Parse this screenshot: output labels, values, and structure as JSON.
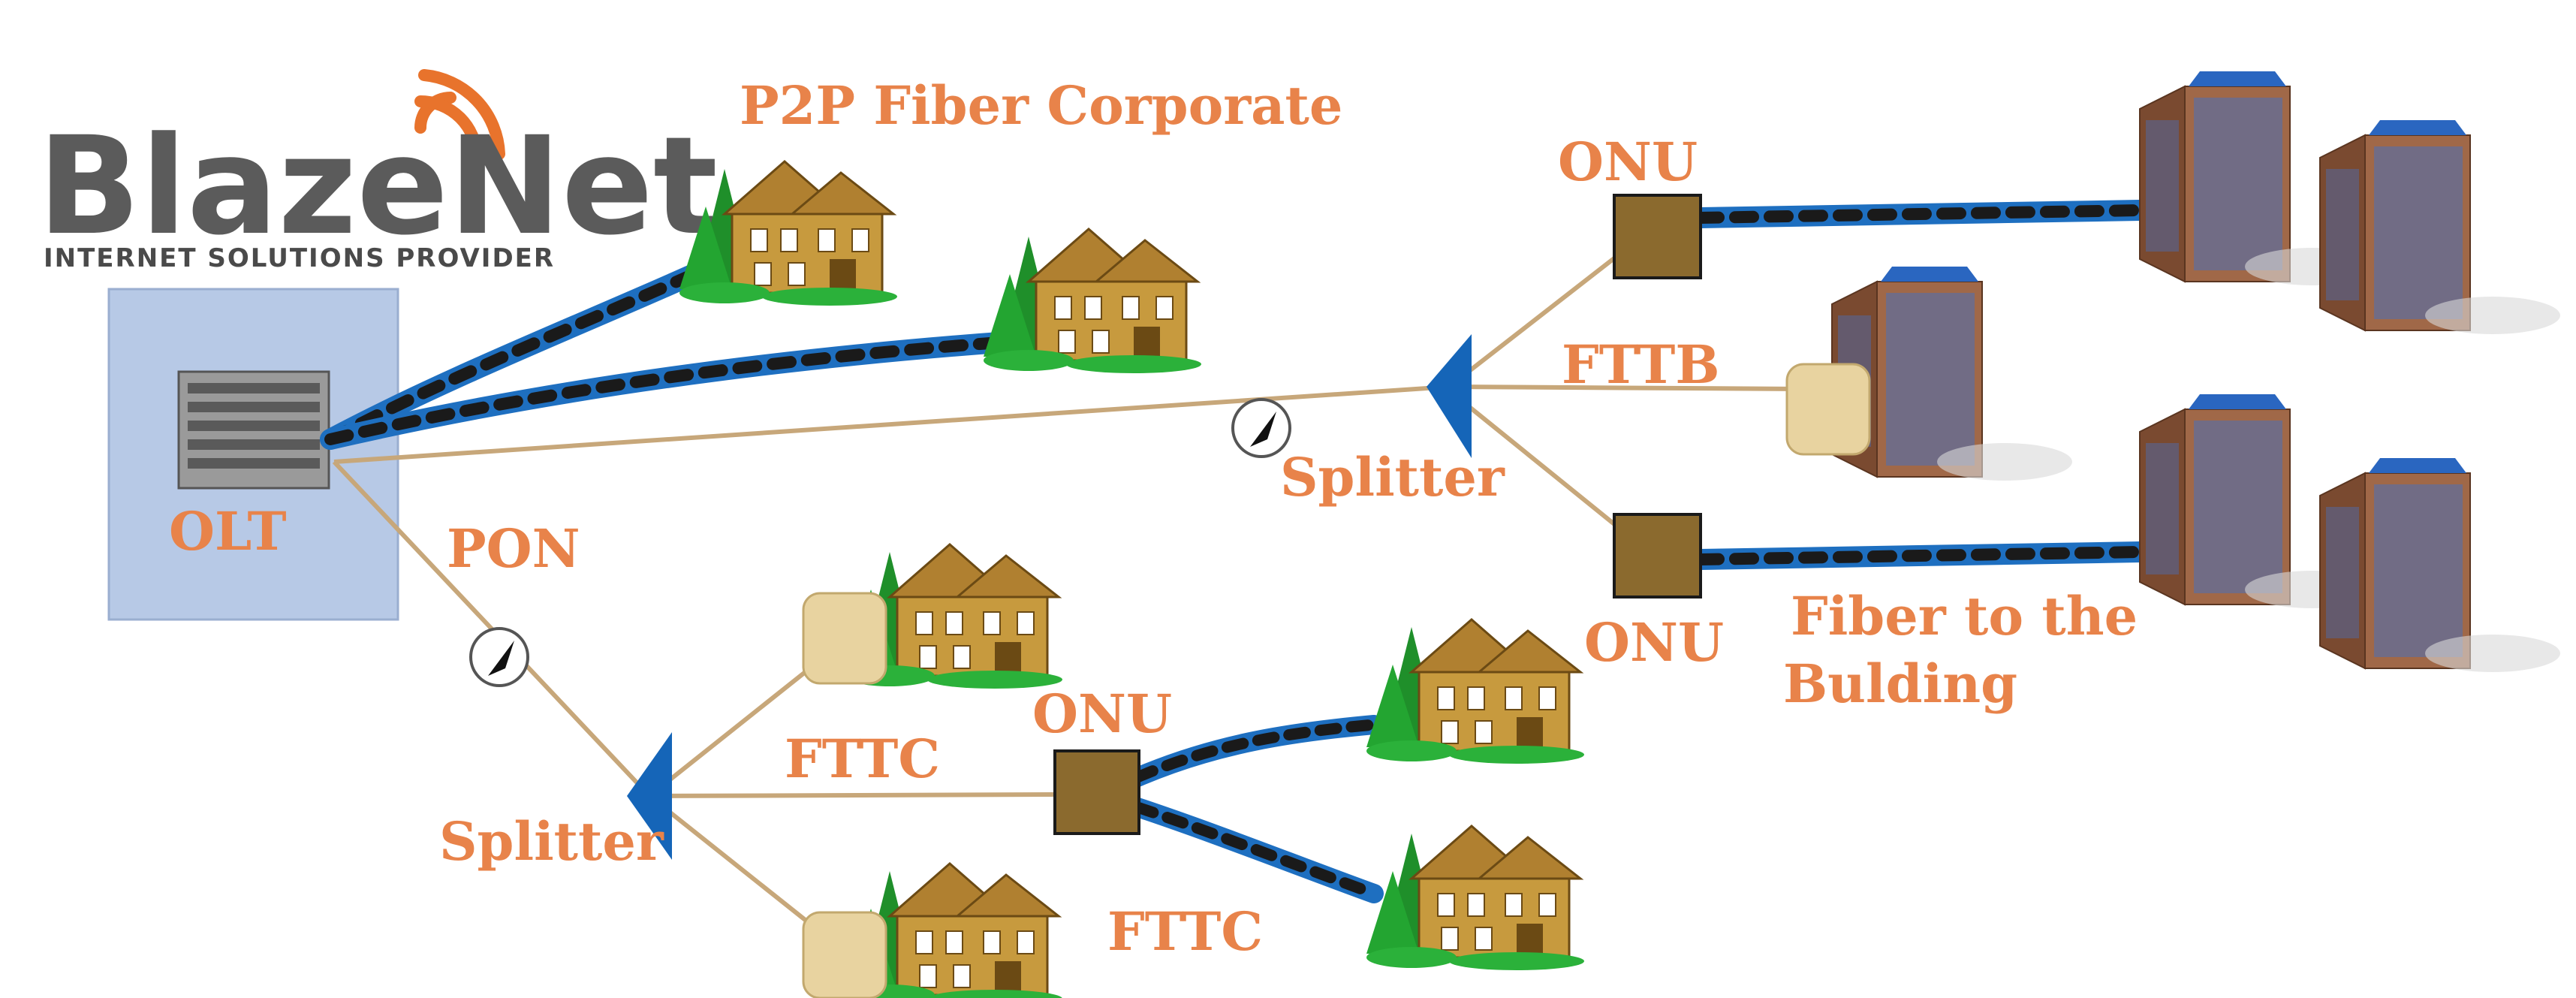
{
  "logo": {
    "word_part1": "Blaze",
    "word_part2": "Net",
    "tagline": "INTERNET SOLUTIONS PROVIDER",
    "gray": "#5b5b5b",
    "orange": "#E8732C"
  },
  "labels": {
    "p2p": "P2P Fiber Corporate",
    "onu_top": "ONU",
    "fttb": "FTTB",
    "splitter_top": "Splitter",
    "olt": "OLT",
    "pon": "PON",
    "onu_mid": "ONU",
    "fiber_line1": "Fiber to the",
    "fiber_line2": "Bulding",
    "onu_bottom": "ONU",
    "fttc_mid": "FTTC",
    "splitter_bottom": "Splitter",
    "fttc_bottom": "FTTC"
  },
  "colors": {
    "label": "#E8834A",
    "olt_box": "#B7C9E6",
    "fiber_blue": "#1E6FC0",
    "fiber_dark": "#1a1a1a",
    "thin_line": "#C7A77A",
    "splitter": "#1565B8",
    "onu_box": "#8B6A2E"
  },
  "icons": [
    "wifi-icon",
    "olt-device-icon",
    "house-icon",
    "building-icon",
    "onu-box-icon",
    "splitter-icon",
    "compass-icon"
  ]
}
